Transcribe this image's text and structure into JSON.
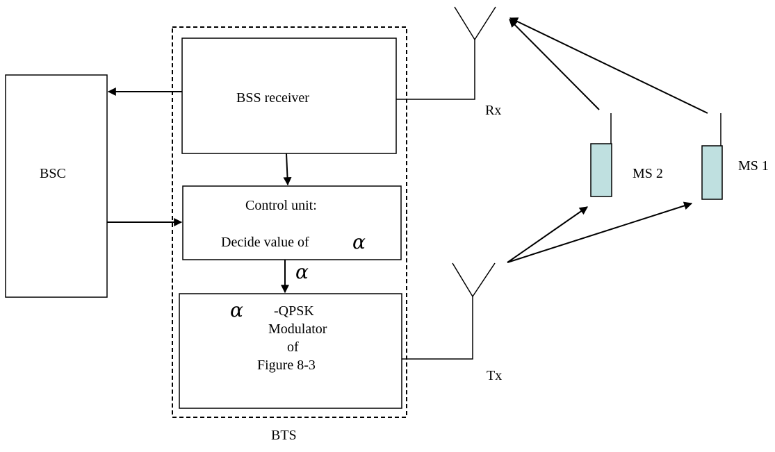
{
  "blocks": {
    "bsc": "BSC",
    "bss_receiver": "BSS receiver",
    "control_unit_line1": "Control unit:",
    "control_unit_line2": "Decide value of",
    "modulator_line1": "-QPSK",
    "modulator_line2": "Modulator",
    "modulator_line3": "of",
    "modulator_line4": "Figure 8-3",
    "bts": "BTS"
  },
  "symbols": {
    "alpha": "α"
  },
  "antennas": {
    "rx": "Rx",
    "tx": "Tx"
  },
  "mobiles": {
    "ms1": "MS 1",
    "ms2": "MS 2"
  },
  "colors": {
    "mobile_fill": "#bfe0e0",
    "stroke": "#000000"
  }
}
